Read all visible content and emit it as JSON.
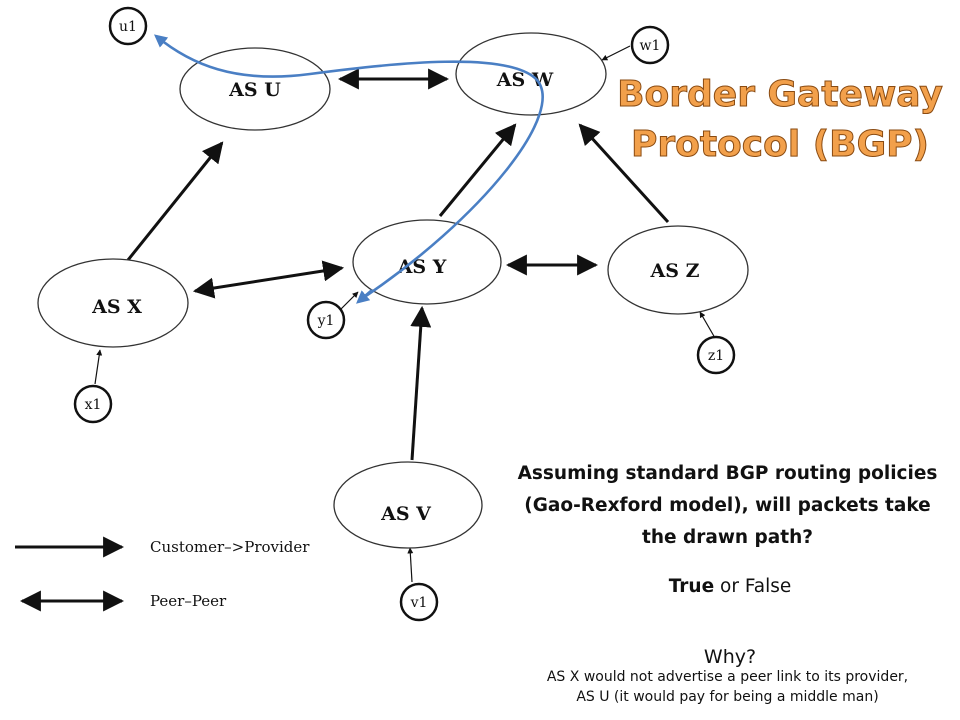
{
  "title": {
    "line1": "Border Gateway",
    "line2": "Protocol (BGP)"
  },
  "nodes": {
    "as_u": "AS U",
    "as_w": "AS W",
    "as_x": "AS X",
    "as_y": "AS Y",
    "as_z": "AS Z",
    "as_v": "AS V"
  },
  "hosts": {
    "u1": "u1",
    "w1": "w1",
    "x1": "x1",
    "y1": "y1",
    "z1": "z1",
    "v1": "v1"
  },
  "legend": {
    "customer_provider": "Customer–>Provider",
    "peer_peer": "Peer–Peer"
  },
  "question": "Assuming standard BGP routing policies (Gao-Rexford model), will packets take the drawn path?",
  "answer": {
    "true_label": "True",
    "connector": " or ",
    "false_label": "False"
  },
  "why": "Why?",
  "explanation": {
    "line1": "AS X would not advertise a peer link to its provider,",
    "line2": "AS U (it would pay for being a middle man)"
  },
  "colors": {
    "title": "#f2a04b",
    "path": "#4a7fc4",
    "stroke": "#111111"
  }
}
